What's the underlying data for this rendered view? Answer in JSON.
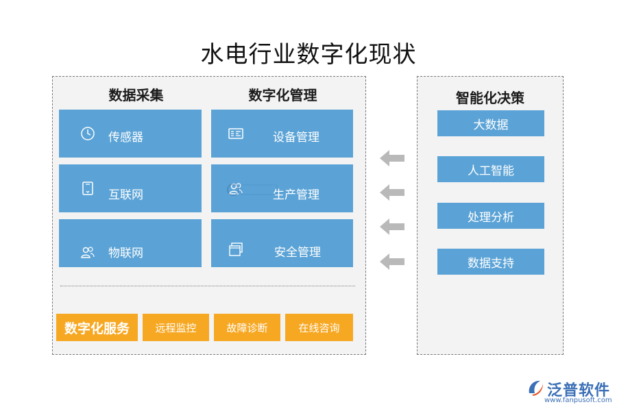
{
  "title": "水电行业数字化现状",
  "left_panel": {
    "collection": {
      "heading": "数据采集",
      "items": [
        {
          "label": "传感器",
          "icon": "clock-icon"
        },
        {
          "label": "互联网",
          "icon": "tablet-icon"
        },
        {
          "label": "物联网",
          "icon": "users-icon"
        }
      ]
    },
    "management": {
      "heading": "数字化管理",
      "items": [
        {
          "label": "设备管理",
          "icon": "device-icon"
        },
        {
          "label": "生产管理",
          "icon": "users-icon"
        },
        {
          "label": "安全管理",
          "icon": "windows-icon"
        }
      ]
    },
    "services": {
      "heading": "数字化服务",
      "items": [
        "远程监控",
        "故障诊断",
        "在线咨询"
      ]
    }
  },
  "right_panel": {
    "heading": "智能化决策",
    "items": [
      "大数据",
      "人工智能",
      "处理分析",
      "数据支持"
    ]
  },
  "logo": {
    "name": "泛普软件",
    "url": "www.fanpusoft.com"
  },
  "colors": {
    "blue": "#5ba3d6",
    "orange": "#f7a823",
    "panel_bg": "#f3f3f3",
    "arrow": "#b9b9b9",
    "logo": "#3b6fb6"
  }
}
